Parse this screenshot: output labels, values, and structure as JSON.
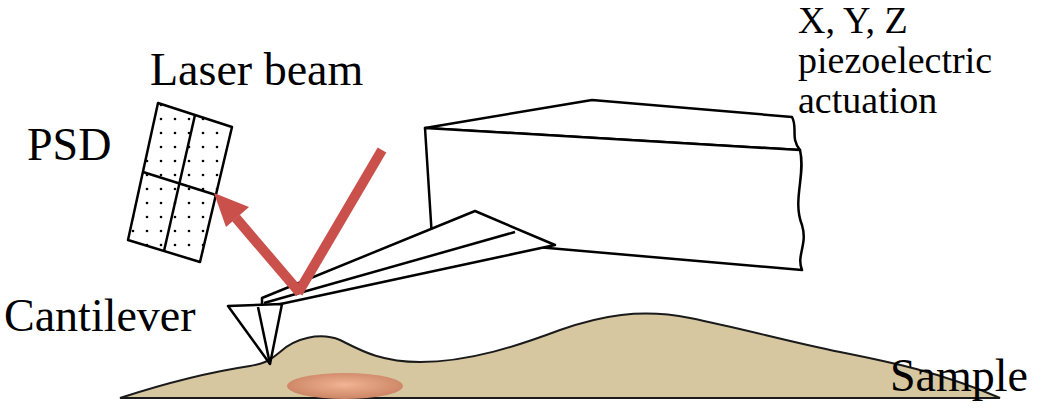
{
  "diagram": {
    "labels": [
      "X, Y, Z piezoelectric actuation",
      "Laser beam",
      "PSD",
      "Cantilever",
      "Sample"
    ]
  }
}
